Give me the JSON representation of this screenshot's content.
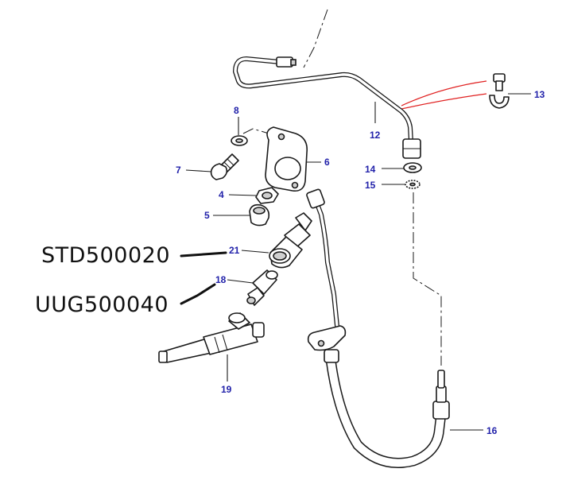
{
  "diagram": {
    "callouts": {
      "c4": "4",
      "c5": "5",
      "c6": "6",
      "c7": "7",
      "c8": "8",
      "c12": "12",
      "c13": "13",
      "c14": "14",
      "c15": "15",
      "c16": "16",
      "c18": "18",
      "c19": "19",
      "c21": "21"
    },
    "part_numbers": {
      "std": "STD500020",
      "uug": "UUG500040"
    },
    "colors": {
      "callout_text": "#2222aa",
      "highlight_line": "#e02020",
      "line": "#1a1a1a"
    }
  }
}
